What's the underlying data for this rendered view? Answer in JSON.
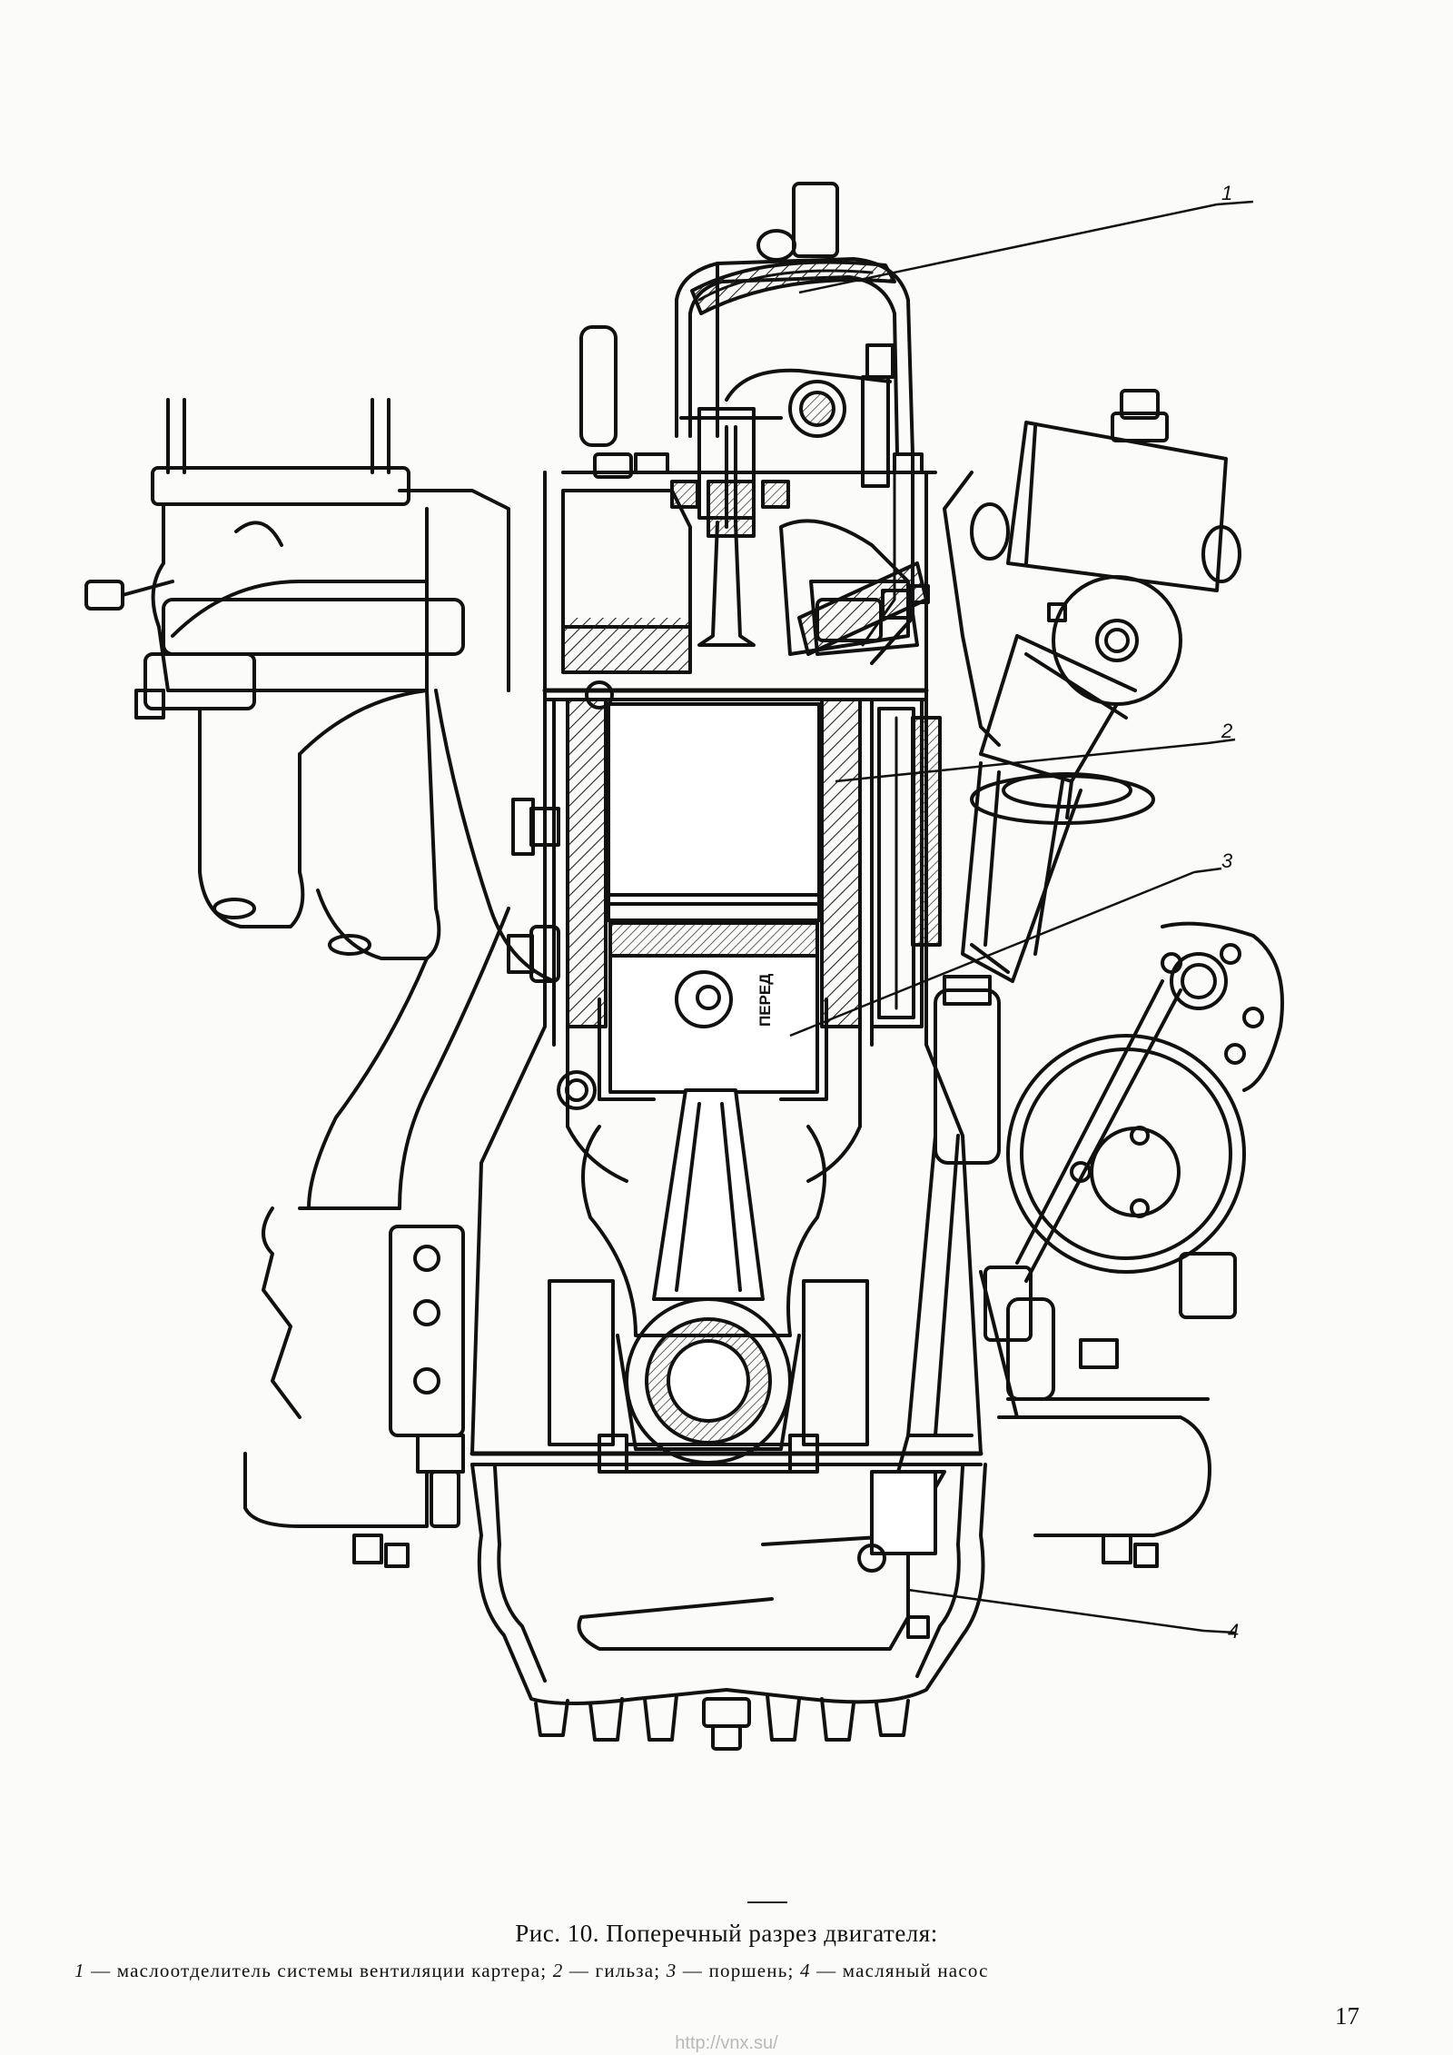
{
  "figure": {
    "callouts": [
      {
        "num": "1",
        "label": "маслоотделитель системы вентиляции картера"
      },
      {
        "num": "2",
        "label": "гильза"
      },
      {
        "num": "3",
        "label": "поршень"
      },
      {
        "num": "4",
        "label": "масляный насос"
      }
    ],
    "piston_stamp": "ПЕРЕД"
  },
  "caption": {
    "title": "Рис. 10. Поперечный разрез двигателя:",
    "legend": [
      {
        "num": "1",
        "text": " — маслоотделитель системы вентиляции картера; "
      },
      {
        "num": "2",
        "text": " — гильза; "
      },
      {
        "num": "3",
        "text": " — поршень; "
      },
      {
        "num": "4",
        "text": " — масляный насос"
      }
    ]
  },
  "page_number": "17",
  "watermark": "http://vnx.su/"
}
